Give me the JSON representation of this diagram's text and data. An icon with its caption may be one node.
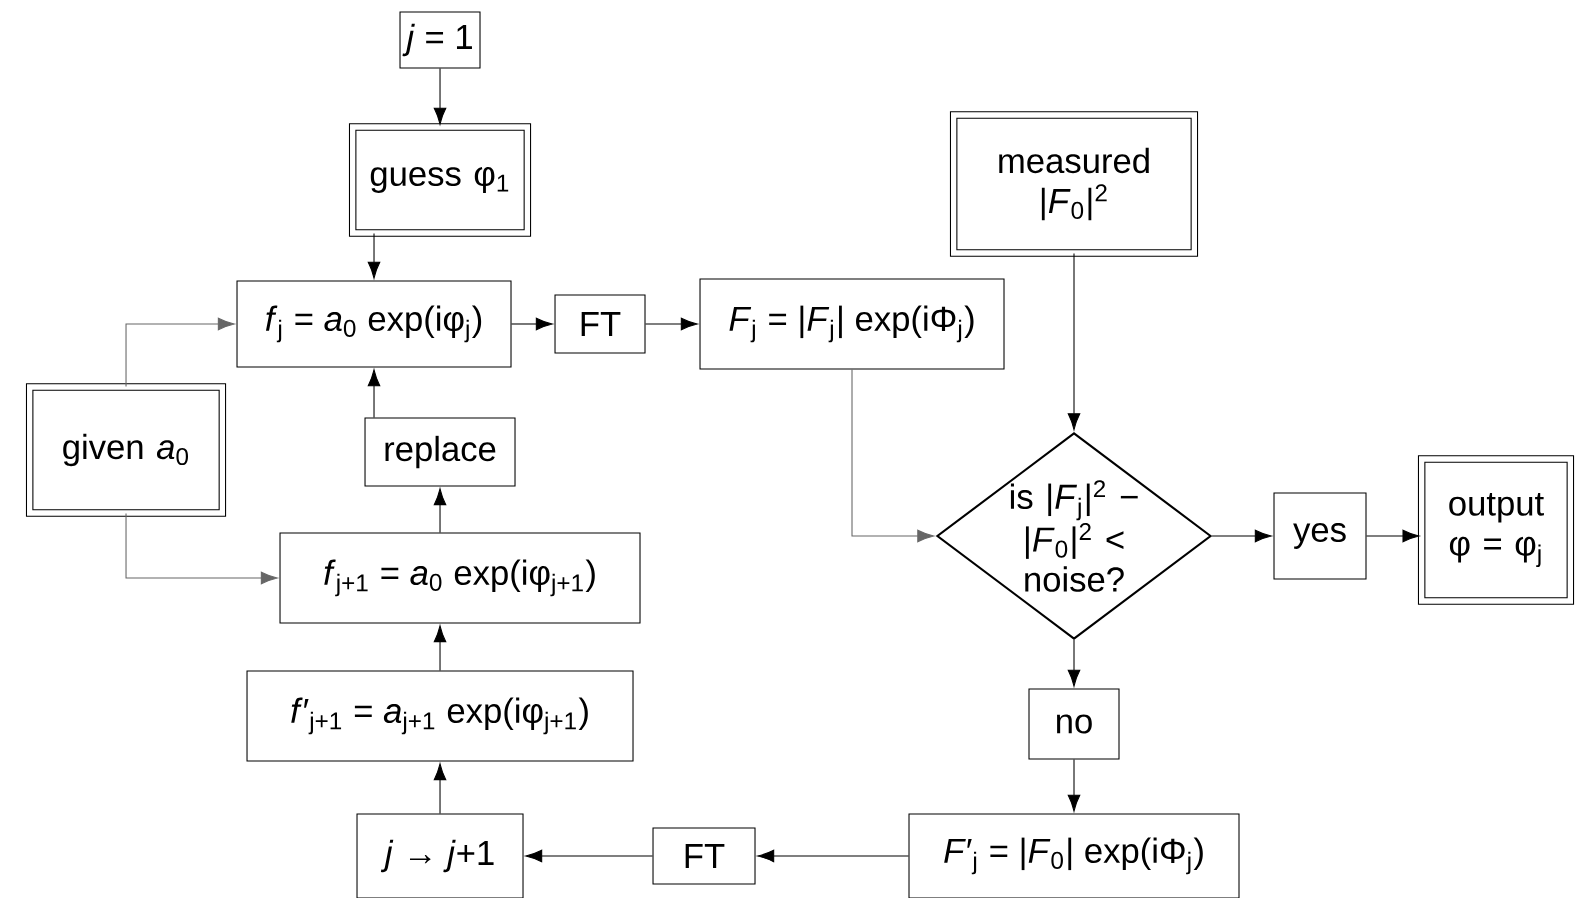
{
  "diagram": {
    "nodes": [
      {
        "text": [
          "*j* = 1"
        ]
      },
      {
        "text": [
          "guess φ$_{1}$"
        ]
      },
      {
        "text": [
          "*f*$_{j}$ = *a*$_{0}$ exp(iφ$_{j}$)"
        ]
      },
      {
        "text": [
          "FT"
        ]
      },
      {
        "text": [
          "*F*$_{j}$ = |*F*$_{j}$| exp(iΦ$_{j}$)"
        ]
      },
      {
        "text": [
          "given *a*$_{0}$"
        ]
      },
      {
        "text": [
          "replace"
        ]
      },
      {
        "text": [
          "measured |*F*$_{0}$|$^{2}$"
        ]
      },
      {
        "text": [
          "is |*F*$_{j}$|$^{2}$ − |*F*$_{0}$|$^{2}$ < noise?"
        ]
      },
      {
        "text": [
          "yes"
        ]
      },
      {
        "text": [
          "output φ = φ$_{j}$"
        ]
      },
      {
        "text": [
          "*f*$_{j+1}$ = *a*$_{0}$ exp(iφ$_{j+1}$)"
        ]
      },
      {
        "text": [
          "*f*′$_{j+1}$ = *a*$_{j+1}$ exp(iφ$_{j+1}$)"
        ]
      },
      {
        "text": [
          "no"
        ]
      },
      {
        "text": [
          "*j* → *j*+1"
        ]
      },
      {
        "text": [
          "FT"
        ]
      },
      {
        "text": [
          "*F*′$_{j}$ = |*F*$_{0}$| exp(iΦ$_{j}$)"
        ]
      }
    ],
    "edges": [
      {
        "from": 0,
        "to": 1,
        "arrow": "to"
      },
      {
        "from": 1,
        "to": 2,
        "arrow": "to"
      },
      {
        "from": 2,
        "to": 3,
        "arrow": "to"
      },
      {
        "from": 3,
        "to": 4,
        "arrow": "to"
      },
      {
        "from": 4,
        "to": 8,
        "arrow": "to",
        "color": "#666666"
      },
      {
        "from": 7,
        "to": 8,
        "arrow": "to"
      },
      {
        "from": 8,
        "to": 9,
        "arrow": "to"
      },
      {
        "from": 9,
        "to": 10,
        "arrow": "to"
      },
      {
        "from": 8,
        "to": 13,
        "arrow": "to"
      },
      {
        "from": 13,
        "to": 16,
        "arrow": "to"
      },
      {
        "from": 16,
        "to": 15,
        "arrow": "to"
      },
      {
        "from": 15,
        "to": 14,
        "arrow": "to"
      },
      {
        "from": 14,
        "to": 12,
        "arrow": "to"
      },
      {
        "from": 12,
        "to": 11,
        "arrow": "to"
      },
      {
        "from": 11,
        "to": 6,
        "arrow": "to"
      },
      {
        "from": 6,
        "to": 2,
        "arrow": "to"
      },
      {
        "from": 5,
        "to": 2,
        "arrow": "to",
        "color": "#666666"
      },
      {
        "from": 5,
        "to": 11,
        "arrow": "to",
        "color": "#666666"
      }
    ]
  }
}
